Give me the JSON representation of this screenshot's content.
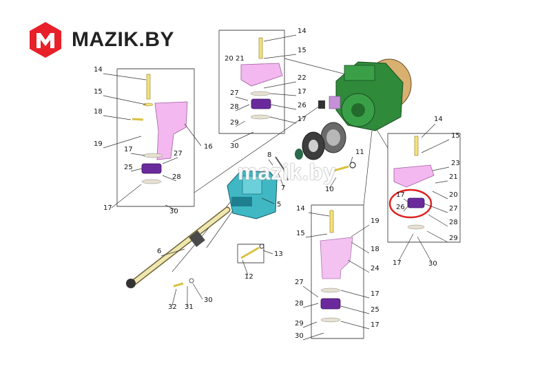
{
  "brand": {
    "name": "MAZIK.BY",
    "color": "#e8202a"
  },
  "watermark": "mazik.by",
  "callouts": {
    "p1": [
      "14",
      "15",
      "18",
      "19",
      "16",
      "17",
      "27",
      "25",
      "28",
      "17",
      "30"
    ],
    "p2": [
      "14",
      "15",
      "20",
      "21",
      "22",
      "27",
      "17",
      "28",
      "26",
      "29",
      "17",
      "30"
    ],
    "p3": [
      "14",
      "15",
      "23",
      "21",
      "20",
      "17",
      "26",
      "27",
      "28",
      "29",
      "17",
      "30"
    ],
    "p4": [
      "14",
      "15",
      "19",
      "18",
      "24",
      "27",
      "17",
      "28",
      "25",
      "29",
      "17",
      "30"
    ],
    "main": [
      "11",
      "10",
      "7",
      "8",
      "5",
      "6",
      "12",
      "13",
      "32",
      "31",
      "30"
    ]
  },
  "highlight": {
    "part": "26",
    "color": "#e02020"
  },
  "colors": {
    "bracket": "#f3b8ef",
    "mount": "#6a2a9c",
    "bolt": "#f2e27a",
    "engine": "#2f8a3a",
    "gearbox": "#3fb8c4",
    "shaft": "#efe6b0"
  }
}
